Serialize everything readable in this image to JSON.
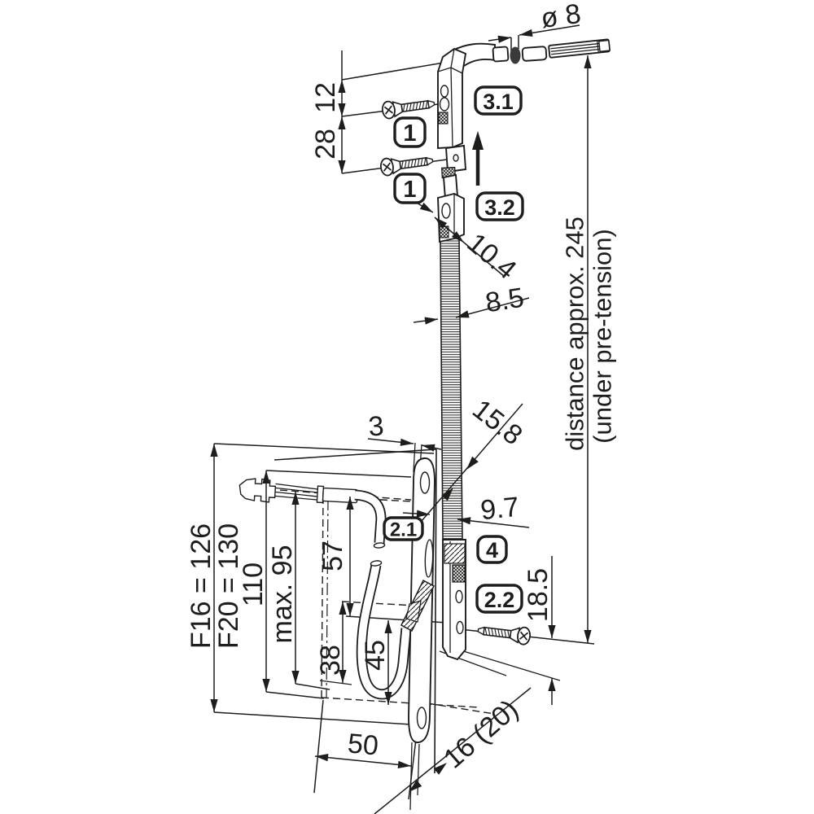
{
  "colors": {
    "background": "#ffffff",
    "line": "#1d1d1b",
    "rod_cap_fill": "#3a3a3a"
  },
  "part_labels": {
    "screw_top": "1",
    "screw_bottom": "1",
    "striker_upper": "3.1",
    "striker_lower": "3.2",
    "cable_entry": "2.1",
    "rod_connector": "4",
    "lock_case": "2.2"
  },
  "dimensions": {
    "rod_end_diameter": "ø 8",
    "offset_top": "12",
    "screw_spacing": "28",
    "striker_width": "10.4",
    "rod_width_upper": "8.5",
    "distance_note_line1": "distance approx. 245",
    "distance_note_line2": "(under pre-tension)",
    "plate_proud": "3",
    "plate_width": "15.8",
    "rod_width_lower": "9.7",
    "backset": "18.5",
    "faceplate_f16": "F16 = 126",
    "faceplate_f20": "F20 = 130",
    "pocket_height": "110",
    "cable_depth": "max. 95",
    "dim_upper_travel": "57",
    "dim_lower_travel": "38",
    "dim_loop": "45",
    "pocket_width": "50",
    "profile_depth": "16 (20)"
  },
  "icons": {
    "screws": "countersunk-screw-icon",
    "movement": "up-direction-arrow-icon"
  }
}
